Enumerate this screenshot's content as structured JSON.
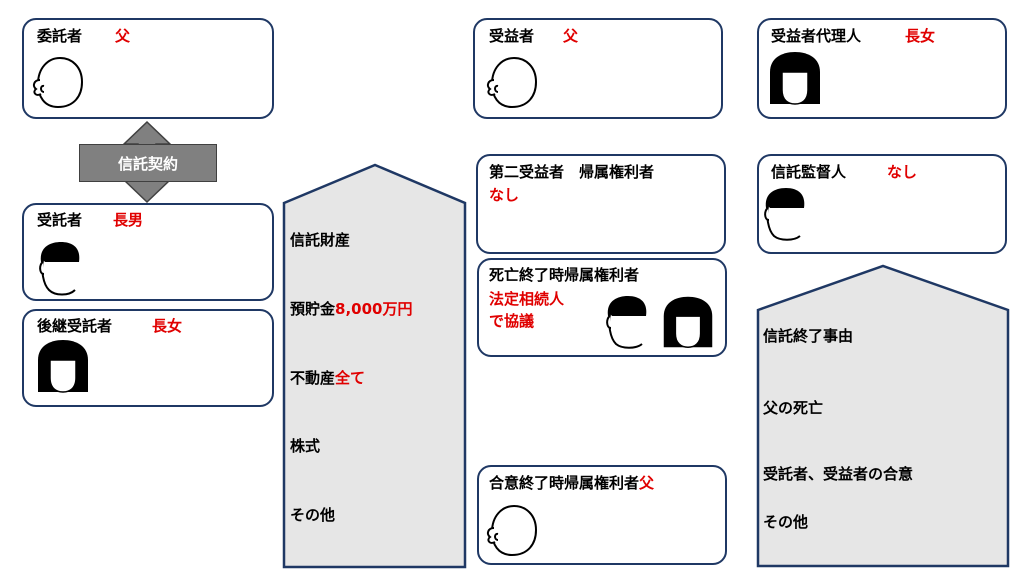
{
  "settlor": {
    "role": "委託者",
    "who": "父"
  },
  "trust_contract": "信託契約",
  "trustee": {
    "role": "受託者",
    "who": "長男"
  },
  "successor_trustee": {
    "role": "後継受託者",
    "who": "長女"
  },
  "beneficiary": {
    "role": "受益者",
    "who": "父"
  },
  "second_beneficiary": {
    "role": "第二受益者　帰属権利者",
    "who": "なし"
  },
  "death_termination": {
    "role": "死亡終了時帰属権利者",
    "line1": "法定相続人",
    "line2": "で協議"
  },
  "agreement_termination": {
    "role": "合意終了時帰属権利者",
    "who": "父"
  },
  "beneficiary_agent": {
    "role": "受益者代理人",
    "who": "長女"
  },
  "trust_supervisor": {
    "role": "信託監督人",
    "who": "なし"
  },
  "trust_property": {
    "title": "信託財産",
    "savings_label": "預貯金",
    "savings_value": "8,000万円",
    "realestate_label": "不動産",
    "realestate_value": "全て",
    "stocks": "株式",
    "other": "その他"
  },
  "termination_reasons": {
    "title": "信託終了事由",
    "reason1": "父の死亡",
    "reason2": "受託者、受益者の合意",
    "reason3": "その他"
  },
  "colors": {
    "border": "#1f3864",
    "accent_red": "#e00000",
    "house_fill": "#e6e6e6",
    "arrow_gray": "#808080"
  }
}
